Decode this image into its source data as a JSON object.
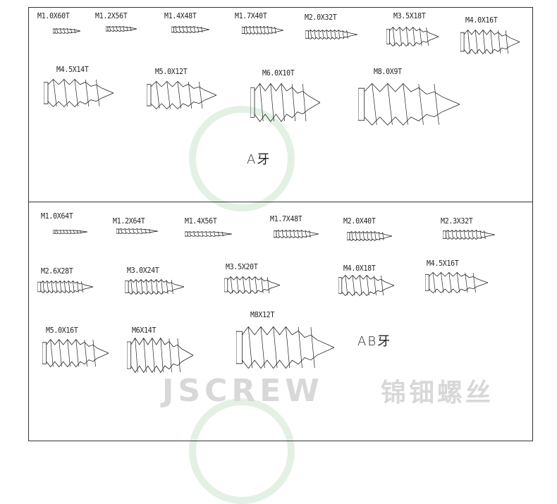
{
  "section_a": {
    "type_label": "A牙",
    "screws": [
      "M1.0X60T",
      "M1.2X56T",
      "M1.4X48T",
      "M1.7X40T",
      "M2.0X32T",
      "M3.5X18T",
      "M4.0X16T",
      "M4.5X14T",
      "M5.0X12T",
      "M6.0X10T",
      "M8.0X9T"
    ]
  },
  "section_ab": {
    "type_label": "AB牙",
    "screws": [
      "M1.0X64T",
      "M1.2X64T",
      "M1.4X56T",
      "M1.7X48T",
      "M2.0X40T",
      "M2.3X32T",
      "M2.6X28T",
      "M3.0X24T",
      "M3.5X20T",
      "M4.0X18T",
      "M4.5X16T",
      "M5.0X16T",
      "M6X14T",
      "M8X12T"
    ]
  },
  "watermark": {
    "brand": "JSCREW",
    "chinese": "锦钿螺丝"
  },
  "colors": {
    "line": "#222222",
    "watermark_green": "#e3f1e5",
    "watermark_gray": "#d8d8d8"
  }
}
